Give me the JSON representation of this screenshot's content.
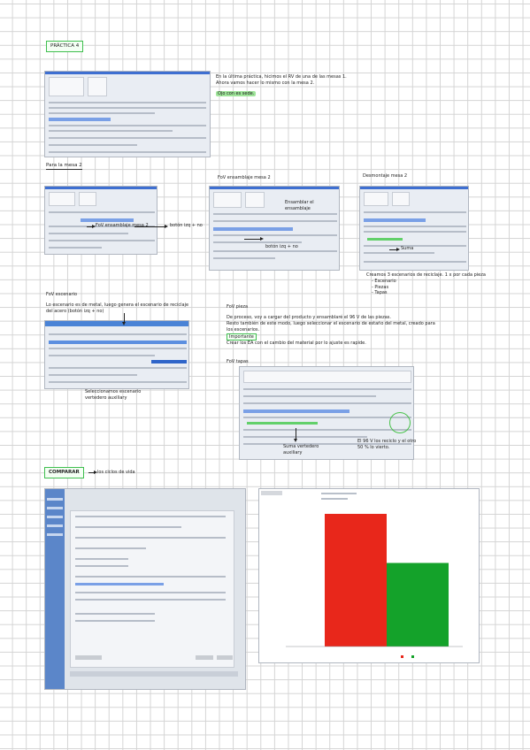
{
  "title": "PRÁCTICA 4",
  "intro": {
    "line1": "En la última práctica, hicimos el RV de una de las mesas 1.",
    "line2": "Ahora vamos hacer lo mismo con la mesa 2.",
    "note": "Ojo con es sede."
  },
  "section_mesa": "Para la mesa 2",
  "labels": {
    "fov_mesa": "FoV ensamblaje mesa 2",
    "fov_lbl": "FoV ensamblaje mesa 2",
    "boton": "botón izq + no",
    "ensamblar": "Ensamblar el ensamblaje",
    "boton2": "botón izq + no",
    "desmontaje": "Desmontaje mesa 2",
    "suma": "Suma"
  },
  "creamos": {
    "text": "Creamos 3 escenarios de reciclaje. 1 x por cada pieza",
    "items": [
      "Escenario",
      "Piezas",
      "Tapas"
    ]
  },
  "fov_escenario": {
    "heading": "FoV escenario",
    "text": "Lo escenario es de metal, luego genera el escenario de reciclaje del acero (botón izq + no)",
    "note": "Seleccionamos escenario vertedero auxiliary"
  },
  "fov_pieza": {
    "heading": "FoV pieza",
    "text1": "De proceso, voy a cargar del producto y ensamblaré el 96 V de las piezas.",
    "text2": "Resto también de este modo, luego seleccionar el escenario de estaño del metal, creado para los escenarios.",
    "important": "Importante",
    "text3": "Crear los EA con el cambio del material por lo ajuste es rapide.",
    "fov_tapas": "FoV tapas",
    "suma": "Suma vertedero auxiliary",
    "green_note": "El 96 V los reciclo y el otro 50 % lo vierto."
  },
  "comparar": {
    "label": "COMPARAR",
    "sub": "los ciclos de vida"
  },
  "chart_data": {
    "type": "bar",
    "categories": [
      "",
      ""
    ],
    "values": [
      100,
      63
    ],
    "colors": [
      "#e8271b",
      "#14a22a"
    ],
    "ylim": [
      0,
      100
    ]
  }
}
